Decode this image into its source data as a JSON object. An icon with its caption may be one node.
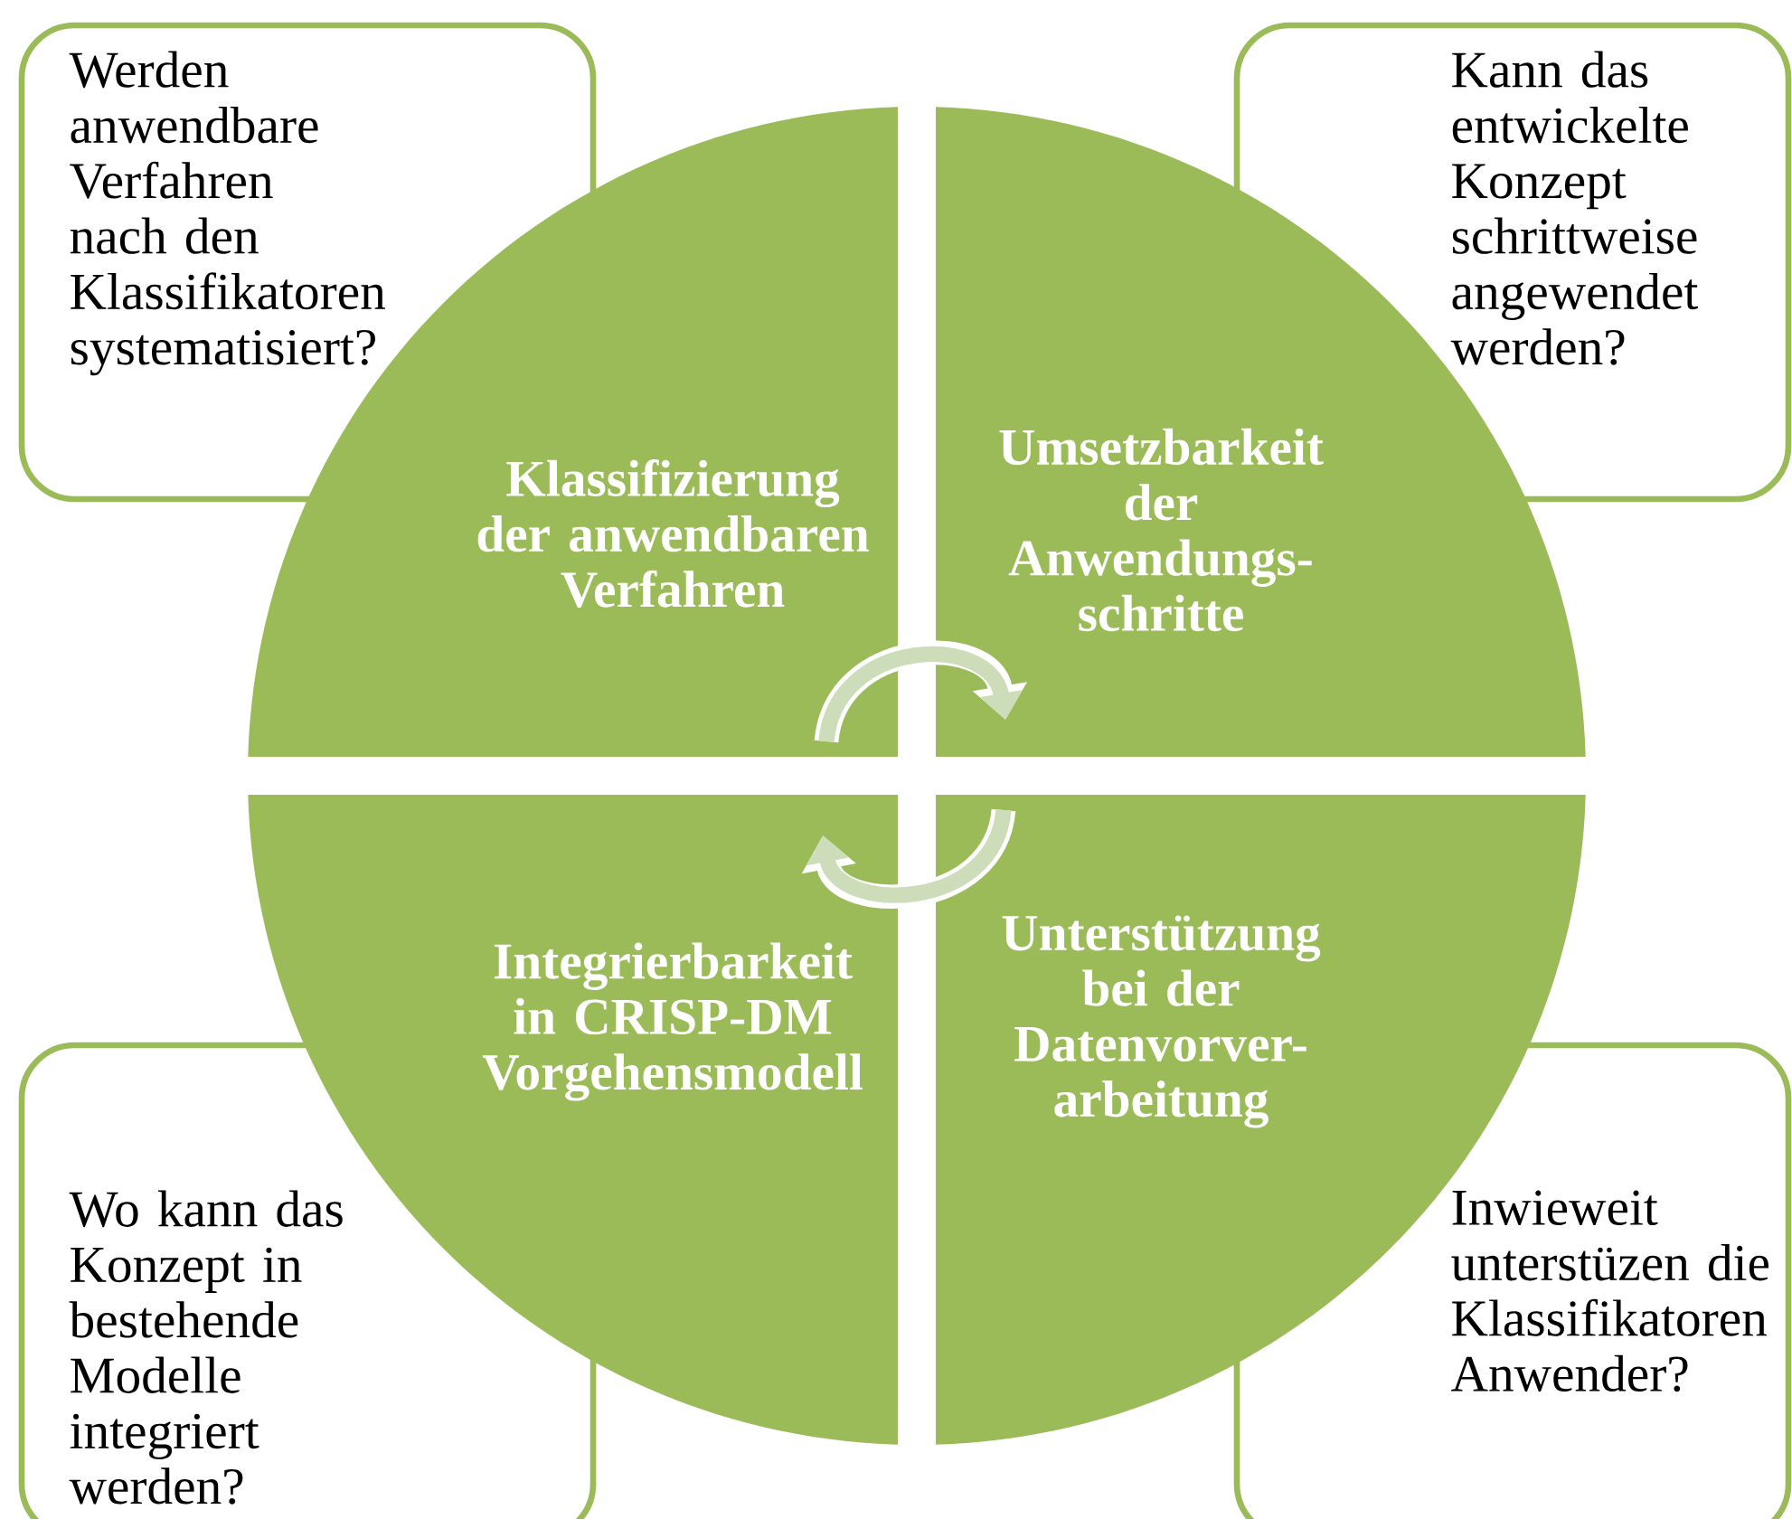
{
  "diagram": {
    "nodes": [
      {
        "text": [
          "Werden anwendbare Verfahren nach den Klassifikatoren systematisiert?"
        ]
      },
      {
        "text": [
          "Kann das entwickelte Konzept schrittweise angewendet werden?"
        ]
      },
      {
        "text": [
          "Klassifizierung der anwendbaren Verfahren"
        ]
      },
      {
        "text": [
          "Umsetzbarkeit der Anwendungs- schritte"
        ]
      },
      {
        "text": [
          "Integrierbarkeit in CRISP-DM Vorgehensmodell"
        ]
      },
      {
        "text": [
          "Unterstützung bei der Datenvorver- arbeitung"
        ]
      },
      {
        "text": [
          "Wo kann das Konzept in bestehende Modelle integriert werden?"
        ]
      },
      {
        "text": [
          "Inwieweit unterstüzen die Klassifikatoren Anwender?"
        ]
      }
    ],
    "edges": [
      {
        "from": 2,
        "to": 3,
        "arrow": "to"
      },
      {
        "from": 5,
        "to": 4,
        "arrow": "to"
      }
    ]
  }
}
